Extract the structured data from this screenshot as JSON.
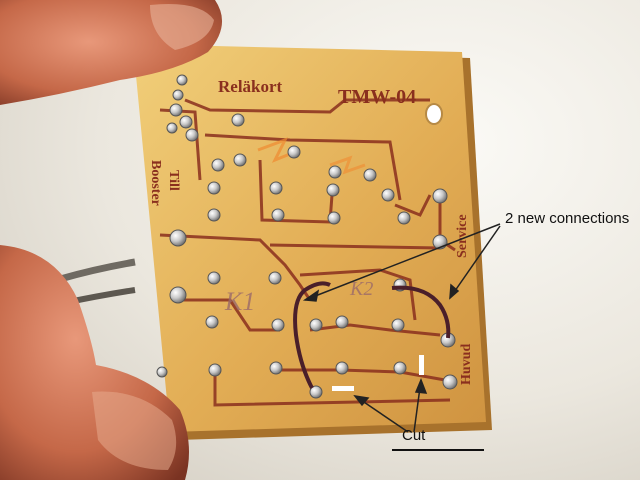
{
  "photo": {
    "board_title": "Reläkort",
    "board_model": "TMW-04",
    "silkscreen_left_1": "Till",
    "silkscreen_left_2": "Booster",
    "silkscreen_right_1": "Service",
    "silkscreen_right_2": "Huvud",
    "relay_mark_1": "K1",
    "relay_mark_2": "K2"
  },
  "annotations": {
    "new_connections": "2 new connections",
    "cut": "Cut"
  },
  "colors": {
    "board": "#e6b65c",
    "trace": "#8a2f1e",
    "wire": "#4a1f2a",
    "skin": "#c9704a"
  }
}
